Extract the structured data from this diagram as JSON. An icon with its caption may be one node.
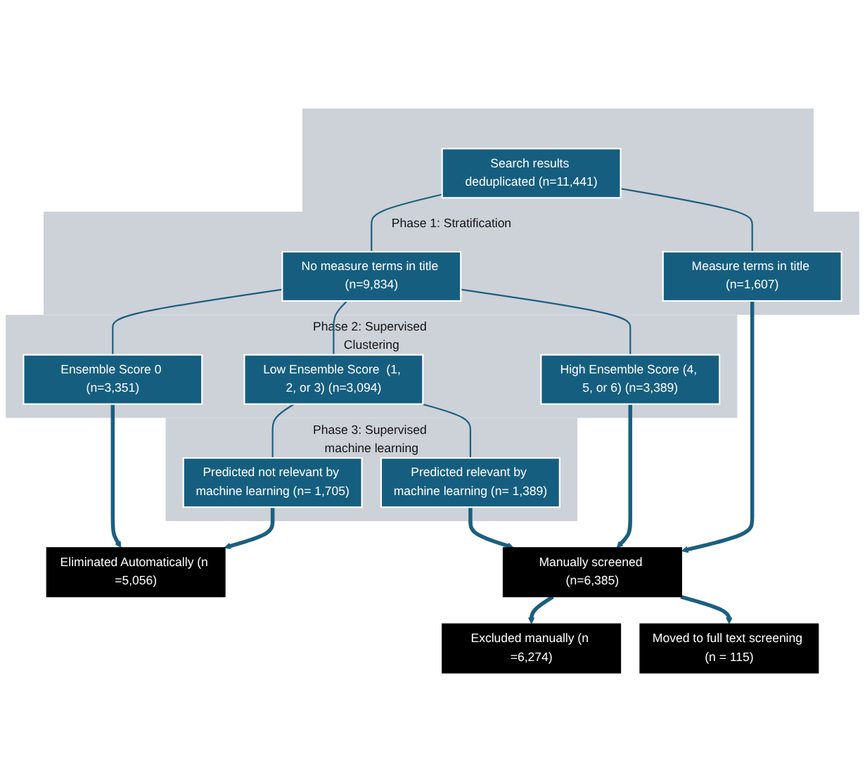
{
  "diagram": {
    "nodes": [
      {
        "text": [],
        "shape": "box"
      },
      {
        "text": [
          "Search results deduplicated (n=11,441)"
        ],
        "in": 0
      },
      {
        "text": [
          "Phase 1: Stratification"
        ]
      },
      {
        "text": [
          "No measure terms in title (n=9,834)"
        ],
        "in": 2
      },
      {
        "text": [
          "Measure terms in title (n=1,607)"
        ],
        "in": 2
      },
      {
        "text": [
          "Phase 2: Supervised Clustering"
        ]
      },
      {
        "text": [
          "Ensemble Score 0 (n=3,351)"
        ],
        "in": 5
      },
      {
        "text": [
          "Low Ensemble Score  (1, 2, or 3) (n=3,094)"
        ],
        "in": 5
      },
      {
        "text": [
          "High Ensemble Score (4, 5, or 6) (n=3,389)"
        ],
        "in": 5
      },
      {
        "text": [
          "Phase 3: Supervised machine learning"
        ]
      },
      {
        "text": [
          "Predicted not relevant by machine learning (n= 1,705)"
        ],
        "in": 9
      },
      {
        "text": [
          "Predicted relevant by machine learning (n= 1,389)"
        ],
        "in": 9
      },
      {
        "text": [
          "Manually screened (n=6,385)"
        ]
      },
      {
        "text": [
          "Eliminated Automatically (n =5,056)"
        ]
      },
      {
        "text": [
          "Excluded manually (n =6,274)"
        ]
      },
      {
        "text": [
          "Moved to full text screening (n = 115)"
        ]
      }
    ],
    "edges": [
      {
        "from": 1,
        "to": 3,
        "arrow": "none"
      },
      {
        "from": 1,
        "to": 4,
        "arrow": "none"
      },
      {
        "from": 3,
        "to": 6,
        "arrow": "none"
      },
      {
        "from": 3,
        "to": 7,
        "arrow": "none"
      },
      {
        "from": 3,
        "to": 8,
        "arrow": "none"
      },
      {
        "from": 7,
        "to": 10,
        "arrow": "none"
      },
      {
        "from": 7,
        "to": 11,
        "arrow": "none"
      },
      {
        "from": 4,
        "to": 12,
        "arrow": "to",
        "style": "thick"
      },
      {
        "from": 8,
        "to": 12,
        "arrow": "to",
        "style": "thick"
      },
      {
        "from": 11,
        "to": 12,
        "arrow": "to",
        "style": "thick"
      },
      {
        "from": 6,
        "to": 13,
        "arrow": "to",
        "style": "thick"
      },
      {
        "from": 10,
        "to": 13,
        "arrow": "to",
        "style": "thick"
      },
      {
        "from": 12,
        "to": 14,
        "arrow": "to",
        "style": "thick"
      },
      {
        "from": 12,
        "to": 15,
        "arrow": "to",
        "style": "thick"
      }
    ]
  }
}
